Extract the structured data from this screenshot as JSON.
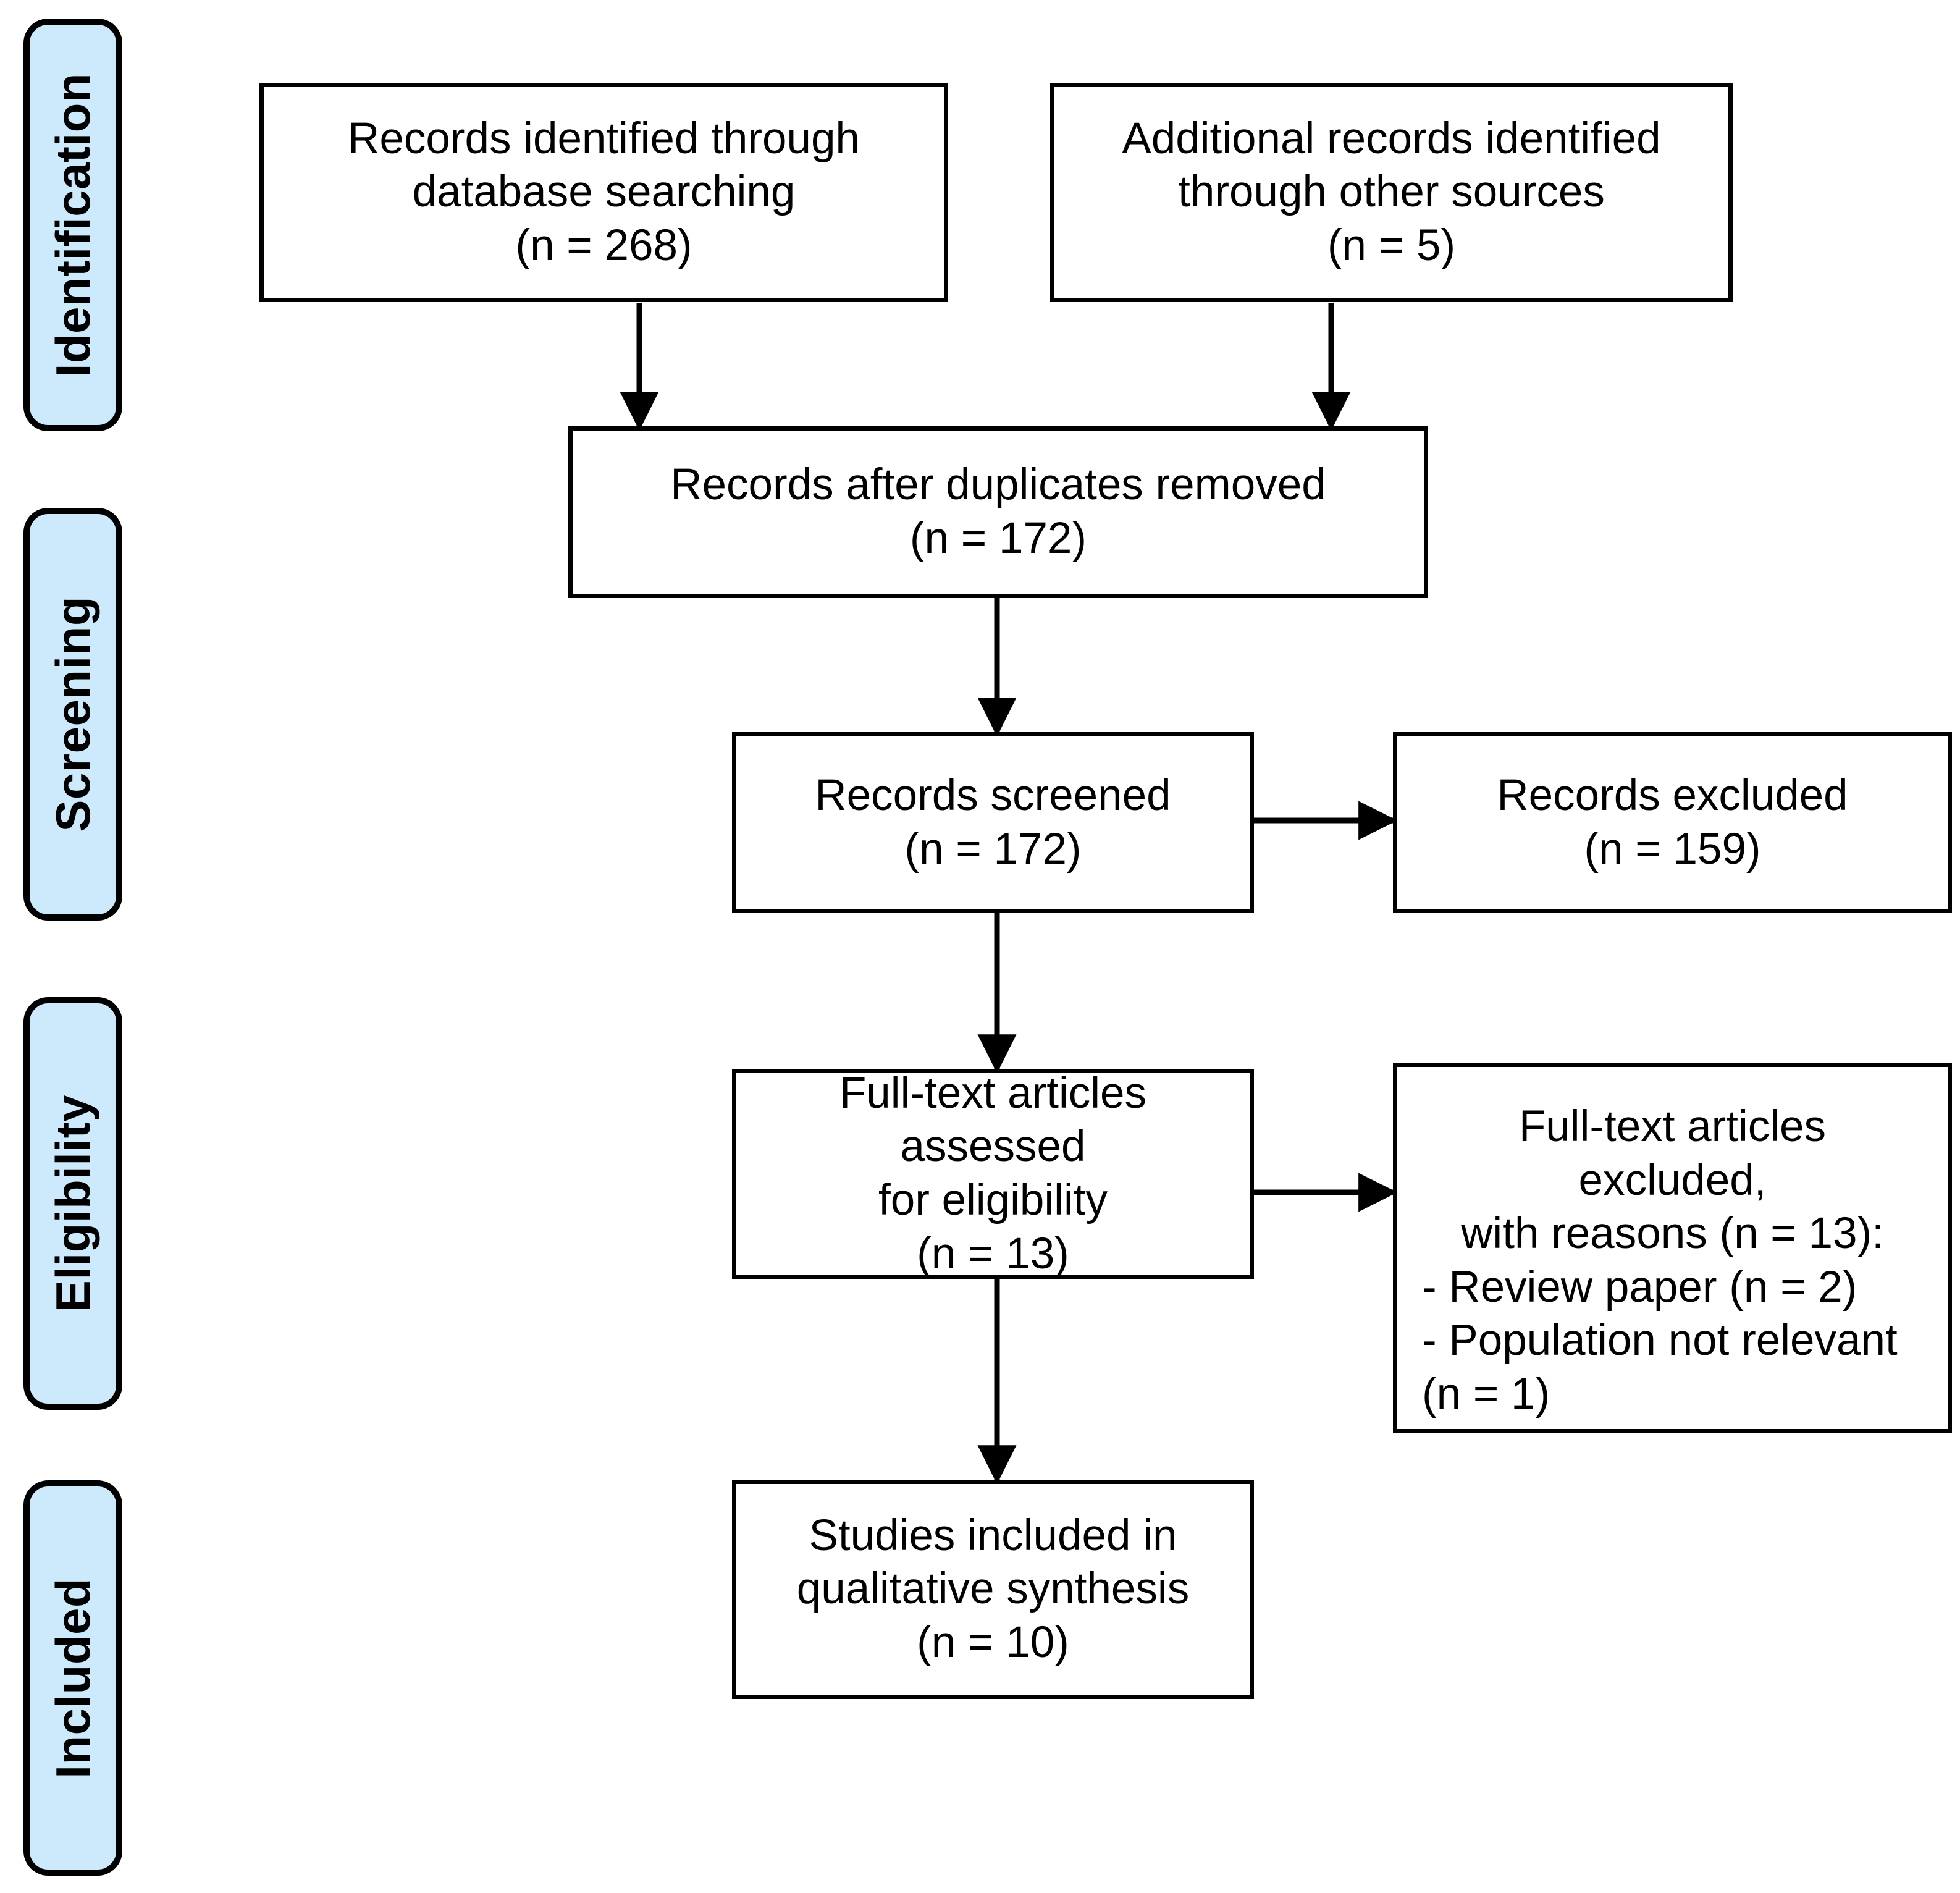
{
  "diagram": {
    "type": "prisma-flow-diagram",
    "colors": {
      "stage_tab_fill": "#cceafb",
      "stage_tab_border": "#000000",
      "box_fill": "#ffffff",
      "box_border": "#000000",
      "connector": "#000000",
      "text": "#000000",
      "background": "#ffffff"
    },
    "stages": [
      {
        "id": "identification",
        "label": "Identification"
      },
      {
        "id": "screening",
        "label": "Screening"
      },
      {
        "id": "eligibility",
        "label": "Eligibility"
      },
      {
        "id": "included",
        "label": "Included"
      }
    ],
    "boxes": {
      "db_search": {
        "text": "Records identified through\ndatabase searching\n(n = 268)",
        "count": 268
      },
      "other_sources": {
        "text": "Additional records identified\nthrough other sources\n(n = 5)",
        "count": 5
      },
      "after_duplicates": {
        "text": "Records after duplicates removed\n(n = 172)",
        "count": 172
      },
      "screened": {
        "text": "Records screened\n(n = 172)",
        "count": 172
      },
      "records_excluded": {
        "text": "Records excluded\n(n = 159)",
        "count": 159
      },
      "fulltext_assessed": {
        "text": "Full-text articles assessed\nfor eligibility\n(n = 13)",
        "count": 13
      },
      "fulltext_excluded": {
        "head": "Full-text articles excluded,\nwith reasons (n = 13):",
        "list": "- Review paper (n = 2)\n- Population not relevant\n(n = 1)",
        "count": 13,
        "reasons": [
          {
            "label": "Review paper",
            "count": 2
          },
          {
            "label": "Population not relevant",
            "count": 1
          }
        ]
      },
      "included_studies": {
        "text": "Studies included in\nqualitative synthesis\n(n = 10)",
        "count": 10
      }
    }
  },
  "chart_data": {
    "type": "diagram",
    "title": "PRISMA flow diagram",
    "nodes": [
      {
        "id": "db_search",
        "stage": "Identification",
        "label": "Records identified through database searching",
        "n": 268
      },
      {
        "id": "other_sources",
        "stage": "Identification",
        "label": "Additional records identified through other sources",
        "n": 5
      },
      {
        "id": "after_duplicates",
        "stage": "Screening",
        "label": "Records after duplicates removed",
        "n": 172
      },
      {
        "id": "screened",
        "stage": "Screening",
        "label": "Records screened",
        "n": 172
      },
      {
        "id": "records_excluded",
        "stage": "Screening",
        "label": "Records excluded",
        "n": 159
      },
      {
        "id": "fulltext_assessed",
        "stage": "Eligibility",
        "label": "Full-text articles assessed for eligibility",
        "n": 13
      },
      {
        "id": "fulltext_excluded",
        "stage": "Eligibility",
        "label": "Full-text articles excluded, with reasons",
        "n": 13
      },
      {
        "id": "included_studies",
        "stage": "Included",
        "label": "Studies included in qualitative synthesis",
        "n": 10
      }
    ],
    "edges": [
      {
        "from": "db_search",
        "to": "after_duplicates"
      },
      {
        "from": "other_sources",
        "to": "after_duplicates"
      },
      {
        "from": "after_duplicates",
        "to": "screened"
      },
      {
        "from": "screened",
        "to": "records_excluded"
      },
      {
        "from": "screened",
        "to": "fulltext_assessed"
      },
      {
        "from": "fulltext_assessed",
        "to": "fulltext_excluded"
      },
      {
        "from": "fulltext_assessed",
        "to": "included_studies"
      }
    ]
  }
}
